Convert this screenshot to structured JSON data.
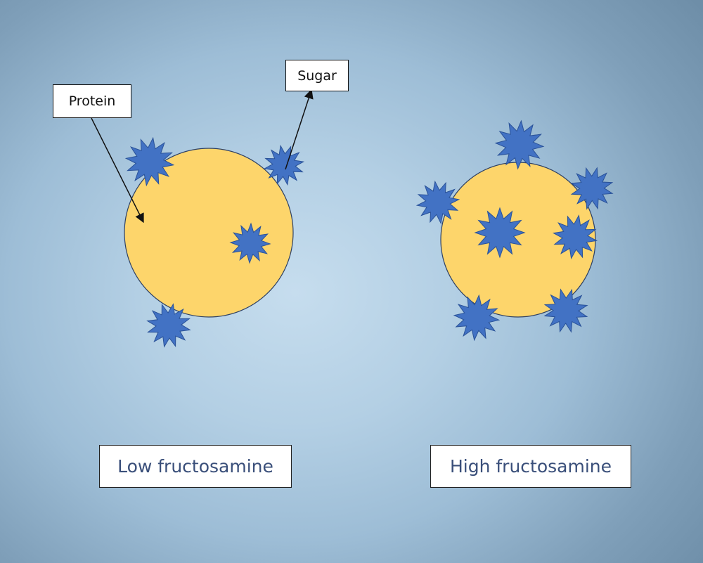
{
  "labels": {
    "protein": "Protein",
    "sugar": "Sugar"
  },
  "captions": {
    "low": "Low fructosamine",
    "high": "High fructosamine"
  },
  "colors": {
    "protein_fill": "#fdd56b",
    "sugar_fill": "#4272c4",
    "caption_text": "#3a4f7a"
  },
  "icons": {
    "protein": "circle",
    "sugar": "starburst"
  }
}
